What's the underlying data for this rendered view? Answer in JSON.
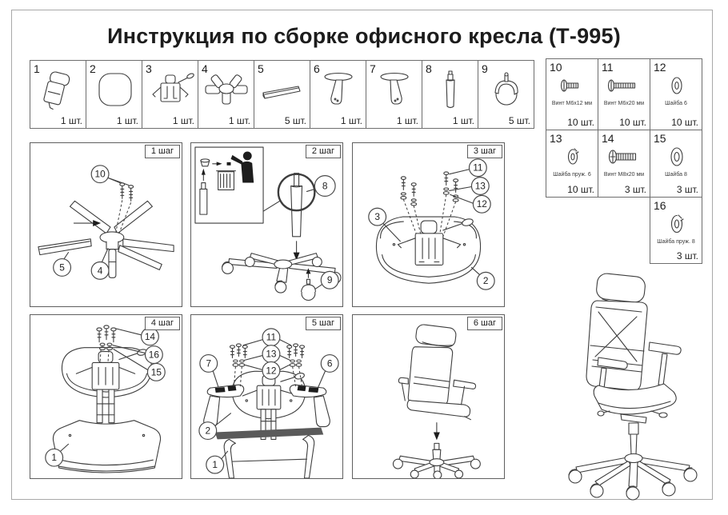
{
  "title": "Инструкция по сборке офисного кресла (Т-995)",
  "colors": {
    "line": "#3d3d3d",
    "box_border": "#6e6e6e",
    "page_border": "#a9a9a9",
    "silhouette": "#1d1d1d"
  },
  "parts": [
    {
      "num": "1",
      "qty": "1 шт."
    },
    {
      "num": "2",
      "qty": "1 шт."
    },
    {
      "num": "3",
      "qty": "1 шт."
    },
    {
      "num": "4",
      "qty": "1 шт."
    },
    {
      "num": "5",
      "qty": "5 шт."
    },
    {
      "num": "6",
      "qty": "1 шт."
    },
    {
      "num": "7",
      "qty": "1 шт."
    },
    {
      "num": "8",
      "qty": "1 шт."
    },
    {
      "num": "9",
      "qty": "5 шт."
    },
    {
      "num": "10",
      "label": "Винт М6х12 мм",
      "qty": "10 шт."
    },
    {
      "num": "11",
      "label": "Винт М6х20 мм",
      "qty": "10 шт."
    },
    {
      "num": "12",
      "label": "Шайба 6",
      "qty": "10 шт."
    },
    {
      "num": "13",
      "label": "Шайба пруж. 6",
      "qty": "10 шт."
    },
    {
      "num": "14",
      "label": "Винт М8х20 мм",
      "qty": "3 шт."
    },
    {
      "num": "15",
      "label": "Шайба 8",
      "qty": "3 шт."
    },
    {
      "num": "16",
      "label": "Шайба пруж. 8",
      "qty": "3 шт."
    }
  ],
  "steps": [
    {
      "label": "1 шаг",
      "callouts": [
        "10",
        "5",
        "4"
      ]
    },
    {
      "label": "2 шаг",
      "callouts": [
        "8",
        "9"
      ]
    },
    {
      "label": "3 шаг",
      "callouts": [
        "11",
        "13",
        "12",
        "3",
        "2"
      ]
    },
    {
      "label": "4 шаг",
      "callouts": [
        "14",
        "16",
        "15",
        "1"
      ]
    },
    {
      "label": "5 шаг",
      "callouts": [
        "11",
        "13",
        "12",
        "7",
        "6",
        "2",
        "1"
      ]
    },
    {
      "label": "6 шаг",
      "callouts": []
    }
  ]
}
